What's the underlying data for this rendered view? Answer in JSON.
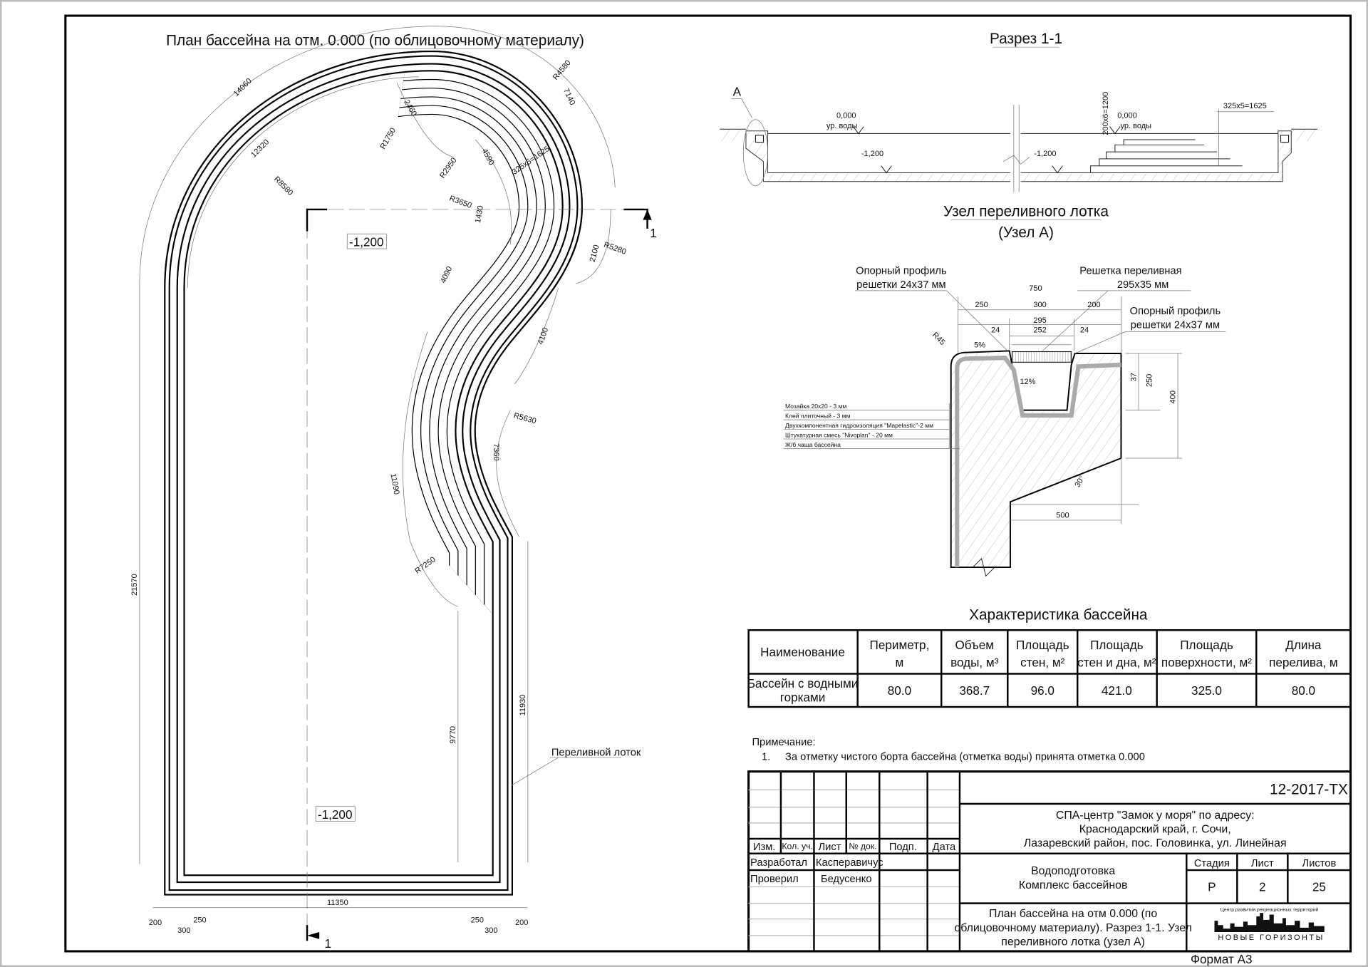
{
  "plan": {
    "title": "План бассейна на отм. 0.000 (по облицовочному материалу)",
    "levels": [
      "-1,200",
      "-1,200"
    ],
    "section_mark": "1",
    "overflow_label": "Переливной лоток",
    "dims": [
      "14060",
      "12320",
      "R8580",
      "2460",
      "R1750",
      "R2950",
      "4590",
      "325x5=1625",
      "R4580",
      "7140",
      "R3650",
      "1430",
      "2100",
      "R5280",
      "4090",
      "4100",
      "R5630",
      "7360",
      "11090",
      "R7250",
      "21570",
      "9770",
      "11930",
      "11350",
      "200",
      "300",
      "250",
      "250",
      "300",
      "200"
    ]
  },
  "section": {
    "title": "Разрез 1-1",
    "node_ref": "A",
    "water_level": "0,000",
    "water_label": "ур. воды",
    "bottom_levels": [
      "-1,200",
      "-1,200"
    ],
    "steps_height": "200x6=1200",
    "steps_width": "325x5=1625"
  },
  "node": {
    "title": "Узел переливного лотка",
    "subtitle": "(Узел А)",
    "profile_left": [
      "Опорный профиль",
      "решетки 24x37 мм"
    ],
    "grating": [
      "Решетка переливная",
      "295x35 мм"
    ],
    "profile_right": [
      "Опорный профиль",
      "решетки 24x37 мм"
    ],
    "dims": [
      "750",
      "250",
      "300",
      "200",
      "295",
      "252",
      "24",
      "24",
      "R45",
      "5%",
      "12%",
      "37",
      "250",
      "400",
      "30°",
      "500"
    ],
    "layers": [
      "Мозайка 20x20 - 3 мм",
      "Клей плиточный - 3 мм",
      "Двухкомпонентная гидроизоляция \"Mapelastic\"-2 мм",
      "Штукатурная смесь \"Nivoplan\" - 20 мм",
      "Ж/б чаша бассейна"
    ]
  },
  "characteristics": {
    "title": "Характеристика бассейна",
    "headers": [
      [
        "Наименование"
      ],
      [
        "Периметр,",
        "м"
      ],
      [
        "Объем",
        "воды, м³"
      ],
      [
        "Площадь",
        "стен, м²"
      ],
      [
        "Площадь",
        "стен и дна, м²"
      ],
      [
        "Площадь",
        "поверхности, м²"
      ],
      [
        "Длина",
        "перелива, м"
      ]
    ],
    "row": [
      [
        "Бассейн с водными",
        "горками"
      ],
      "80.0",
      "368.7",
      "96.0",
      "421.0",
      "325.0",
      "80.0"
    ]
  },
  "notes": {
    "label": "Примечание:",
    "items": [
      {
        "num": "1.",
        "text": "За отметку чистого борта бассейна (отметка воды) принята отметка 0.000"
      }
    ]
  },
  "title_block": {
    "code": "12-2017-ТХ",
    "address": [
      "СПА-центр \"Замок у моря\" по адресу:",
      "Краснодарский край, г. Сочи,",
      "Лазаревский район, пос. Головинка, ул. Линейная"
    ],
    "rev_headers": [
      "Изм.",
      "Кол. уч.",
      "Лист",
      "№ док.",
      "Подп.",
      "Дата"
    ],
    "roles": [
      {
        "role": "Разработал",
        "name": "Касперавичус"
      },
      {
        "role": "Проверил",
        "name": "Бедусенко"
      }
    ],
    "department": [
      "Водоподготовка",
      "Комплекс бассейнов"
    ],
    "stage_headers": [
      "Стадия",
      "Лист",
      "Листов"
    ],
    "stage_values": [
      "Р",
      "2",
      "25"
    ],
    "sheet_title": [
      "План бассейна на отм 0.000 (по",
      "облицовочному материалу). Разрез 1-1. Узел",
      "переливного лотка (узел А)"
    ],
    "logo_caption": "Центр развития рекреационных территорий",
    "logo_name": "НОВЫЕ ГОРИЗОНТЫ",
    "format": "Формат А3"
  }
}
